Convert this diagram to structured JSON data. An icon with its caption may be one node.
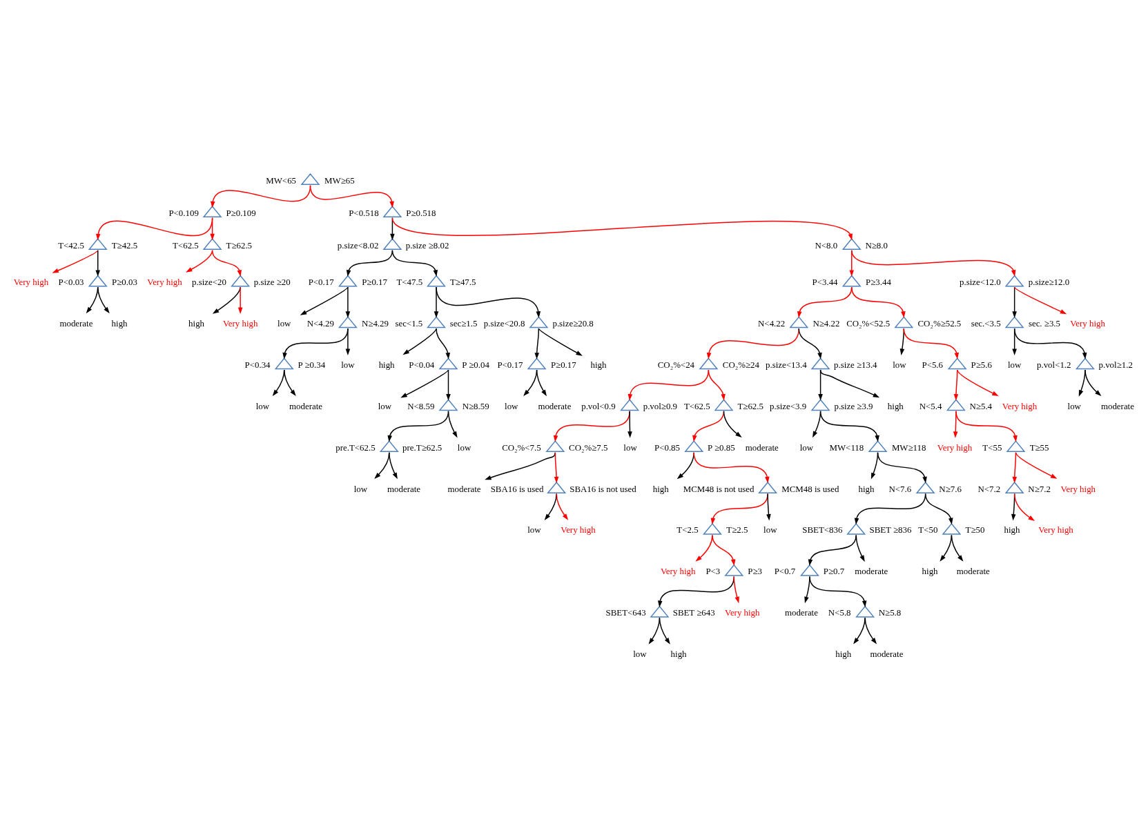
{
  "diagram": {
    "nodes": [
      {
        "text": [],
        "shape": "triangle",
        "beside": [
          "MW<65",
          "MW≥65"
        ]
      },
      {
        "text": [],
        "shape": "triangle",
        "beside": [
          "P<0.109",
          "P≥0.109"
        ]
      },
      {
        "text": [],
        "shape": "triangle",
        "beside": [
          "T<42.5",
          "T≥42.5"
        ]
      },
      {
        "text": [
          "Very high"
        ]
      },
      {
        "text": [],
        "shape": "triangle",
        "beside": [
          "P<0.03",
          "P≥0.03"
        ]
      },
      {
        "text": [
          "moderate"
        ]
      },
      {
        "text": [
          "high"
        ]
      },
      {
        "text": [],
        "shape": "triangle",
        "beside": [
          "T<62.5",
          "T≥62.5"
        ]
      },
      {
        "text": [
          "Very high"
        ]
      },
      {
        "text": [],
        "shape": "triangle",
        "beside": [
          "p.size<20",
          "p.size ≥20"
        ]
      },
      {
        "text": [
          "high"
        ]
      },
      {
        "text": [
          "Very high"
        ]
      },
      {
        "text": [],
        "shape": "triangle",
        "beside": [
          "P<0.518",
          "P≥0.518"
        ]
      },
      {
        "text": [],
        "shape": "triangle",
        "beside": [
          "p.size<8.02",
          "p.size ≥8.02"
        ]
      },
      {
        "text": [],
        "shape": "triangle",
        "beside": [
          "P<0.17",
          "P≥0.17"
        ]
      },
      {
        "text": [
          "low"
        ]
      },
      {
        "text": [],
        "shape": "triangle",
        "beside": [
          "N<4.29",
          "N≥4.29"
        ]
      },
      {
        "text": [],
        "shape": "triangle",
        "beside": [
          "P<0.34",
          "P ≥0.34"
        ]
      },
      {
        "text": [
          "low"
        ]
      },
      {
        "text": [
          "moderate"
        ]
      },
      {
        "text": [
          "low"
        ]
      },
      {
        "text": [],
        "shape": "triangle",
        "beside": [
          "T<47.5",
          "T≥47.5"
        ]
      },
      {
        "text": [],
        "shape": "triangle",
        "beside": [
          "sec<1.5",
          "sec≥1.5"
        ]
      },
      {
        "text": [
          "high"
        ]
      },
      {
        "text": [],
        "shape": "triangle",
        "beside": [
          "P<0.04",
          "P ≥0.04"
        ]
      },
      {
        "text": [
          "low"
        ]
      },
      {
        "text": [],
        "shape": "triangle",
        "beside": [
          "N<8.59",
          "N≥8.59"
        ]
      },
      {
        "text": [],
        "shape": "triangle",
        "beside": [
          "pre.T<62.5",
          "pre.T≥62.5"
        ]
      },
      {
        "text": [
          "low"
        ]
      },
      {
        "text": [
          "moderate"
        ]
      },
      {
        "text": [
          "low"
        ]
      },
      {
        "text": [],
        "shape": "triangle",
        "beside": [
          "p.size<20.8",
          "p.size≥20.8"
        ]
      },
      {
        "text": [],
        "shape": "triangle",
        "beside": [
          "P<0.17",
          "P≥0.17"
        ]
      },
      {
        "text": [
          "low"
        ]
      },
      {
        "text": [
          "moderate"
        ]
      },
      {
        "text": [
          "high"
        ]
      },
      {
        "text": [],
        "shape": "triangle",
        "beside": [
          "N<8.0",
          "N≥8.0"
        ]
      },
      {
        "text": [],
        "shape": "triangle",
        "beside": [
          "P<3.44",
          "P≥3.44"
        ]
      },
      {
        "text": [],
        "shape": "triangle",
        "beside": [
          "N<4.22",
          "N≥4.22"
        ]
      },
      {
        "text": [],
        "shape": "triangle",
        "beside": [
          "CO₂%<24",
          "CO₂%≥24"
        ]
      },
      {
        "text": [],
        "shape": "triangle",
        "beside": [
          "p.vol<0.9",
          "p.vol≥0.9"
        ]
      },
      {
        "text": [],
        "shape": "triangle",
        "beside": [
          "CO₂%<7.5",
          "CO₂%≥7.5"
        ]
      },
      {
        "text": [
          "moderate"
        ]
      },
      {
        "text": [],
        "shape": "triangle",
        "beside": [
          "SBA16 is used",
          "SBA16 is not used"
        ]
      },
      {
        "text": [
          "low"
        ]
      },
      {
        "text": [
          "Very high"
        ]
      },
      {
        "text": [
          "low"
        ]
      },
      {
        "text": [],
        "shape": "triangle",
        "beside": [
          "T<62.5",
          "T≥62.5"
        ]
      },
      {
        "text": [],
        "shape": "triangle",
        "beside": [
          "P<0.85",
          "P ≥0.85"
        ]
      },
      {
        "text": [
          "high"
        ]
      },
      {
        "text": [],
        "shape": "triangle",
        "beside": [
          "MCM48 is not used",
          "MCM48 is used"
        ]
      },
      {
        "text": [],
        "shape": "triangle",
        "beside": [
          "T<2.5",
          "T≥2.5"
        ]
      },
      {
        "text": [
          "Very high"
        ]
      },
      {
        "text": [],
        "shape": "triangle",
        "beside": [
          "P<3",
          "P≥3"
        ]
      },
      {
        "text": [],
        "shape": "triangle",
        "beside": [
          "SBET<643",
          "SBET ≥643"
        ]
      },
      {
        "text": [
          "low"
        ]
      },
      {
        "text": [
          "high"
        ]
      },
      {
        "text": [
          "Very high"
        ]
      },
      {
        "text": [
          "low"
        ]
      },
      {
        "text": [
          "moderate"
        ]
      },
      {
        "text": [],
        "shape": "triangle",
        "beside": [
          "p.size<13.4",
          "p.size ≥13.4"
        ]
      },
      {
        "text": [],
        "shape": "triangle",
        "beside": [
          "p.size<3.9",
          "p.size ≥3.9"
        ]
      },
      {
        "text": [
          "low"
        ]
      },
      {
        "text": [],
        "shape": "triangle",
        "beside": [
          "MW<118",
          "MW≥118"
        ]
      },
      {
        "text": [
          "high"
        ]
      },
      {
        "text": [],
        "shape": "triangle",
        "beside": [
          "N<7.6",
          "N≥7.6"
        ]
      },
      {
        "text": [],
        "shape": "triangle",
        "beside": [
          "SBET<836",
          "SBET ≥836"
        ]
      },
      {
        "text": [],
        "shape": "triangle",
        "beside": [
          "P<0.7",
          "P≥0.7"
        ]
      },
      {
        "text": [
          "moderate"
        ]
      },
      {
        "text": [],
        "shape": "triangle",
        "beside": [
          "N<5.8",
          "N≥5.8"
        ]
      },
      {
        "text": [
          "high"
        ]
      },
      {
        "text": [
          "moderate"
        ]
      },
      {
        "text": [
          "moderate"
        ]
      },
      {
        "text": [],
        "shape": "triangle",
        "beside": [
          "T<50",
          "T≥50"
        ]
      },
      {
        "text": [
          "high"
        ]
      },
      {
        "text": [
          "moderate"
        ]
      },
      {
        "text": [
          "high"
        ]
      },
      {
        "text": [],
        "shape": "triangle",
        "beside": [
          "CO₂%<52.5",
          "CO₂%≥52.5"
        ]
      },
      {
        "text": [
          "low"
        ]
      },
      {
        "text": [],
        "shape": "triangle",
        "beside": [
          "P<5.6",
          "P≥5.6"
        ]
      },
      {
        "text": [],
        "shape": "triangle",
        "beside": [
          "N<5.4",
          "N≥5.4"
        ]
      },
      {
        "text": [
          "Very high"
        ]
      },
      {
        "text": [],
        "shape": "triangle",
        "beside": [
          "T<55",
          "T≥55"
        ]
      },
      {
        "text": [],
        "shape": "triangle",
        "beside": [
          "N<7.2",
          "N≥7.2"
        ]
      },
      {
        "text": [
          "high"
        ]
      },
      {
        "text": [
          "Very high"
        ]
      },
      {
        "text": [
          "Very high"
        ]
      },
      {
        "text": [
          "Very high"
        ]
      },
      {
        "text": [],
        "shape": "triangle",
        "beside": [
          "p.size<12.0",
          "p.size≥12.0"
        ]
      },
      {
        "text": [],
        "shape": "triangle",
        "beside": [
          "sec.<3.5",
          "sec. ≥3.5"
        ]
      },
      {
        "text": [
          "low"
        ]
      },
      {
        "text": [],
        "shape": "triangle",
        "beside": [
          "p.vol<1.2",
          "p.vol≥1.2"
        ]
      },
      {
        "text": [
          "low"
        ]
      },
      {
        "text": [
          "moderate"
        ]
      },
      {
        "text": [
          "Very high"
        ]
      }
    ],
    "edges": [
      {
        "from": 0,
        "to": 1,
        "arrow": "to",
        "color": "#ff0000"
      },
      {
        "from": 1,
        "to": 2,
        "arrow": "to",
        "color": "#ff0000"
      },
      {
        "from": 2,
        "to": 3,
        "arrow": "to",
        "color": "#ff0000"
      },
      {
        "from": 2,
        "to": 4,
        "arrow": "to"
      },
      {
        "from": 4,
        "to": 5,
        "arrow": "to"
      },
      {
        "from": 4,
        "to": 6,
        "arrow": "to"
      },
      {
        "from": 1,
        "to": 7,
        "arrow": "to",
        "color": "#ff0000"
      },
      {
        "from": 7,
        "to": 8,
        "arrow": "to",
        "color": "#ff0000"
      },
      {
        "from": 7,
        "to": 9,
        "arrow": "to",
        "color": "#ff0000"
      },
      {
        "from": 9,
        "to": 10,
        "arrow": "to"
      },
      {
        "from": 9,
        "to": 11,
        "arrow": "to",
        "color": "#ff0000"
      },
      {
        "from": 0,
        "to": 12,
        "arrow": "to",
        "color": "#ff0000"
      },
      {
        "from": 12,
        "to": 13,
        "arrow": "to"
      },
      {
        "from": 13,
        "to": 14,
        "arrow": "to"
      },
      {
        "from": 14,
        "to": 15,
        "arrow": "to"
      },
      {
        "from": 14,
        "to": 16,
        "arrow": "to"
      },
      {
        "from": 16,
        "to": 17,
        "arrow": "to"
      },
      {
        "from": 17,
        "to": 18,
        "arrow": "to"
      },
      {
        "from": 17,
        "to": 19,
        "arrow": "to"
      },
      {
        "from": 16,
        "to": 20,
        "arrow": "to"
      },
      {
        "from": 13,
        "to": 21,
        "arrow": "to"
      },
      {
        "from": 21,
        "to": 22,
        "arrow": "to"
      },
      {
        "from": 22,
        "to": 23,
        "arrow": "to"
      },
      {
        "from": 22,
        "to": 24,
        "arrow": "to"
      },
      {
        "from": 24,
        "to": 25,
        "arrow": "to"
      },
      {
        "from": 24,
        "to": 26,
        "arrow": "to"
      },
      {
        "from": 26,
        "to": 27,
        "arrow": "to"
      },
      {
        "from": 27,
        "to": 28,
        "arrow": "to"
      },
      {
        "from": 27,
        "to": 29,
        "arrow": "to"
      },
      {
        "from": 26,
        "to": 30,
        "arrow": "to"
      },
      {
        "from": 21,
        "to": 31,
        "arrow": "to"
      },
      {
        "from": 31,
        "to": 32,
        "arrow": "to"
      },
      {
        "from": 32,
        "to": 33,
        "arrow": "to"
      },
      {
        "from": 32,
        "to": 34,
        "arrow": "to"
      },
      {
        "from": 31,
        "to": 35,
        "arrow": "to"
      },
      {
        "from": 12,
        "to": 36,
        "arrow": "to",
        "color": "#ff0000"
      },
      {
        "from": 36,
        "to": 37,
        "arrow": "to",
        "color": "#ff0000"
      },
      {
        "from": 37,
        "to": 38,
        "arrow": "to",
        "color": "#ff0000"
      },
      {
        "from": 38,
        "to": 39,
        "arrow": "to",
        "color": "#ff0000"
      },
      {
        "from": 39,
        "to": 40,
        "arrow": "to",
        "color": "#ff0000"
      },
      {
        "from": 40,
        "to": 41,
        "arrow": "to",
        "color": "#ff0000"
      },
      {
        "from": 41,
        "to": 42,
        "arrow": "to"
      },
      {
        "from": 41,
        "to": 43,
        "arrow": "to",
        "color": "#ff0000"
      },
      {
        "from": 43,
        "to": 44,
        "arrow": "to"
      },
      {
        "from": 43,
        "to": 45,
        "arrow": "to",
        "color": "#ff0000"
      },
      {
        "from": 40,
        "to": 46,
        "arrow": "to"
      },
      {
        "from": 39,
        "to": 47,
        "arrow": "to",
        "color": "#ff0000"
      },
      {
        "from": 47,
        "to": 48,
        "arrow": "to",
        "color": "#ff0000"
      },
      {
        "from": 48,
        "to": 49,
        "arrow": "to"
      },
      {
        "from": 48,
        "to": 50,
        "arrow": "to",
        "color": "#ff0000"
      },
      {
        "from": 50,
        "to": 51,
        "arrow": "to",
        "color": "#ff0000"
      },
      {
        "from": 51,
        "to": 52,
        "arrow": "to",
        "color": "#ff0000"
      },
      {
        "from": 51,
        "to": 53,
        "arrow": "to",
        "color": "#ff0000"
      },
      {
        "from": 53,
        "to": 54,
        "arrow": "to"
      },
      {
        "from": 54,
        "to": 55,
        "arrow": "to"
      },
      {
        "from": 54,
        "to": 56,
        "arrow": "to"
      },
      {
        "from": 53,
        "to": 57,
        "arrow": "to",
        "color": "#ff0000"
      },
      {
        "from": 50,
        "to": 58,
        "arrow": "to"
      },
      {
        "from": 47,
        "to": 59,
        "arrow": "to"
      },
      {
        "from": 38,
        "to": 60,
        "arrow": "to"
      },
      {
        "from": 60,
        "to": 61,
        "arrow": "to"
      },
      {
        "from": 61,
        "to": 62,
        "arrow": "to"
      },
      {
        "from": 61,
        "to": 63,
        "arrow": "to"
      },
      {
        "from": 63,
        "to": 64,
        "arrow": "to"
      },
      {
        "from": 63,
        "to": 65,
        "arrow": "to"
      },
      {
        "from": 65,
        "to": 66,
        "arrow": "to"
      },
      {
        "from": 66,
        "to": 67,
        "arrow": "to"
      },
      {
        "from": 67,
        "to": 68,
        "arrow": "to"
      },
      {
        "from": 67,
        "to": 69,
        "arrow": "to"
      },
      {
        "from": 69,
        "to": 70,
        "arrow": "to"
      },
      {
        "from": 69,
        "to": 71,
        "arrow": "to"
      },
      {
        "from": 66,
        "to": 72,
        "arrow": "to"
      },
      {
        "from": 65,
        "to": 73,
        "arrow": "to"
      },
      {
        "from": 73,
        "to": 74,
        "arrow": "to"
      },
      {
        "from": 73,
        "to": 75,
        "arrow": "to"
      },
      {
        "from": 60,
        "to": 76,
        "arrow": "to"
      },
      {
        "from": 37,
        "to": 77,
        "arrow": "to",
        "color": "#ff0000"
      },
      {
        "from": 77,
        "to": 78,
        "arrow": "to"
      },
      {
        "from": 77,
        "to": 79,
        "arrow": "to",
        "color": "#ff0000"
      },
      {
        "from": 79,
        "to": 80,
        "arrow": "to",
        "color": "#ff0000"
      },
      {
        "from": 80,
        "to": 81,
        "arrow": "to",
        "color": "#ff0000"
      },
      {
        "from": 80,
        "to": 82,
        "arrow": "to",
        "color": "#ff0000"
      },
      {
        "from": 82,
        "to": 83,
        "arrow": "to",
        "color": "#ff0000"
      },
      {
        "from": 83,
        "to": 84,
        "arrow": "to"
      },
      {
        "from": 83,
        "to": 85,
        "arrow": "to",
        "color": "#ff0000"
      },
      {
        "from": 82,
        "to": 86,
        "arrow": "to",
        "color": "#ff0000"
      },
      {
        "from": 79,
        "to": 87,
        "arrow": "to",
        "color": "#ff0000"
      },
      {
        "from": 36,
        "to": 88,
        "arrow": "to",
        "color": "#ff0000"
      },
      {
        "from": 88,
        "to": 89,
        "arrow": "to"
      },
      {
        "from": 89,
        "to": 90,
        "arrow": "to"
      },
      {
        "from": 89,
        "to": 91,
        "arrow": "to"
      },
      {
        "from": 91,
        "to": 92,
        "arrow": "to"
      },
      {
        "from": 91,
        "to": 93,
        "arrow": "to"
      },
      {
        "from": 88,
        "to": 94,
        "arrow": "to",
        "color": "#ff0000"
      }
    ]
  }
}
